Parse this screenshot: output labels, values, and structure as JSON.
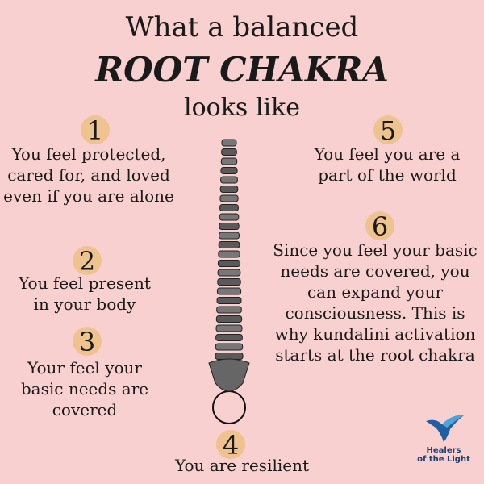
{
  "title": {
    "line1": "What a balanced",
    "line2": "ROOT CHAKRA",
    "line3": "looks like"
  },
  "items": [
    {
      "number": "1",
      "text": "You feel protected, cared for, and loved even if you are alone"
    },
    {
      "number": "2",
      "text": "You feel present in your body"
    },
    {
      "number": "3",
      "text": "Your feel your basic needs are covered"
    },
    {
      "number": "4",
      "text": "You are resilient"
    },
    {
      "number": "5",
      "text": "You feel you are a part of the world"
    },
    {
      "number": "6",
      "text": "Since you feel your basic needs are covered, you can expand your consciousness. This is why kundalini activation starts at the root chakra"
    }
  ],
  "logo": {
    "line1": "Healers",
    "line2": "of the Light"
  },
  "colors": {
    "background": "#f8d0d0",
    "badge": "#efc38f",
    "logo": "#1d5fa0"
  }
}
